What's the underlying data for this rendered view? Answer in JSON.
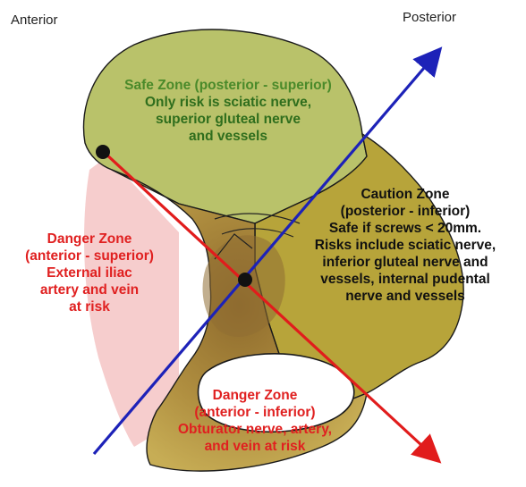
{
  "labels": {
    "anterior": "Anterior",
    "posterior": "Posterior"
  },
  "zones": {
    "safe": {
      "line1": "Safe Zone (posterior - superior)",
      "line2": "Only risk is sciatic nerve,",
      "line3": "superior gluteal nerve",
      "line4": "and vessels"
    },
    "caution": {
      "line1": "Caution Zone",
      "line2": "(posterior - inferior)",
      "line3": "Safe if screws < 20mm.",
      "line4": "Risks include sciatic nerve,",
      "line5": "inferior gluteal nerve and",
      "line6": "vessels, internal pudental",
      "line7": "nerve and vessels"
    },
    "danger_anterior_superior": {
      "line1": "Danger Zone",
      "line2": "(anterior - superior)",
      "line3": "External iliac",
      "line4": "artery and vein",
      "line5": "at risk"
    },
    "danger_anterior_inferior": {
      "line1": "Danger Zone",
      "line2": "(anterior - inferior)",
      "line3": "Obturator nerve, artery,",
      "line4": "and vein at risk"
    }
  },
  "colors": {
    "safe_zone_fill": "#b9c26a",
    "caution_zone_fill": "#b7a43a",
    "danger_zone_fill": "#f6cdcd",
    "bone_fill": "#a98a3c",
    "blue_axis": "#1d22b8",
    "red_axis": "#e11c1c",
    "danger_text": "#e02020",
    "safe_text": "#2f6e1d"
  }
}
